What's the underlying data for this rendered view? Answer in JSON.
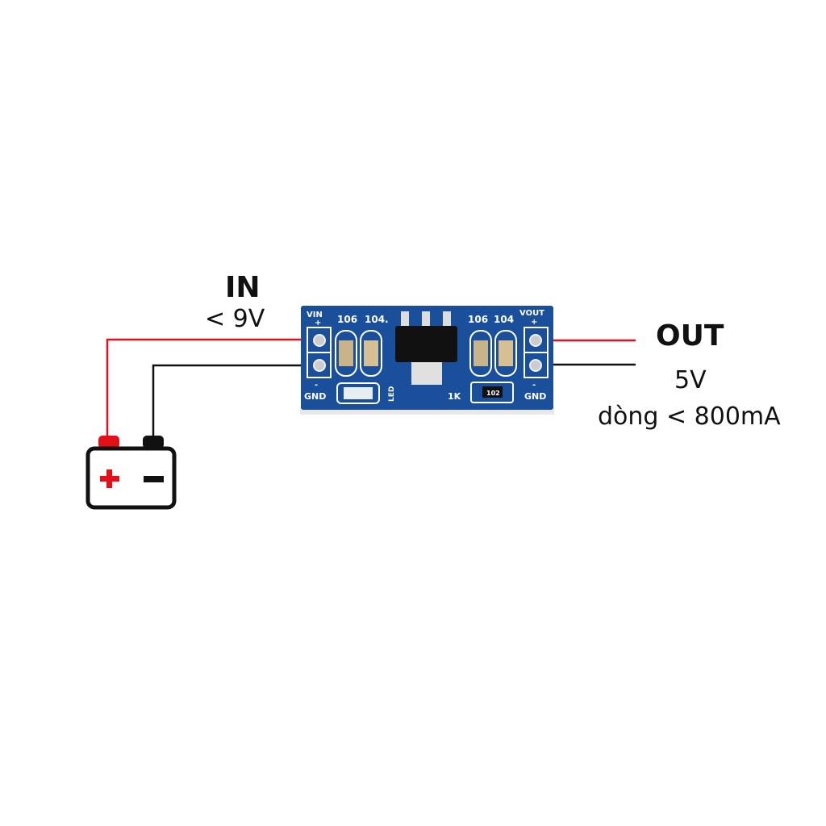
{
  "input": {
    "title": "IN",
    "spec": "< 9V"
  },
  "output": {
    "title": "OUT",
    "voltage": "5V",
    "current": "dòng < 800mA"
  },
  "board": {
    "vin_label": "VIN",
    "vin_plus": "+",
    "vout_label": "VOUT",
    "vout_plus": "+",
    "gnd_left": "GND",
    "gnd_right": "GND",
    "minus_left": "-",
    "minus_right": "-",
    "cap_left_1": "106",
    "cap_left_2": "104.",
    "cap_right_1": "106",
    "cap_right_2": "104",
    "led_label": "LED",
    "resistor_label": "1K",
    "resistor_code": "102",
    "pcb_color": "#1a4f9c"
  },
  "battery": {
    "plus": "+",
    "minus": "−",
    "plus_color": "#e3101a",
    "minus_color": "#111111"
  },
  "wires": {
    "positive_color": "#e3101a",
    "negative_color": "#111111"
  }
}
